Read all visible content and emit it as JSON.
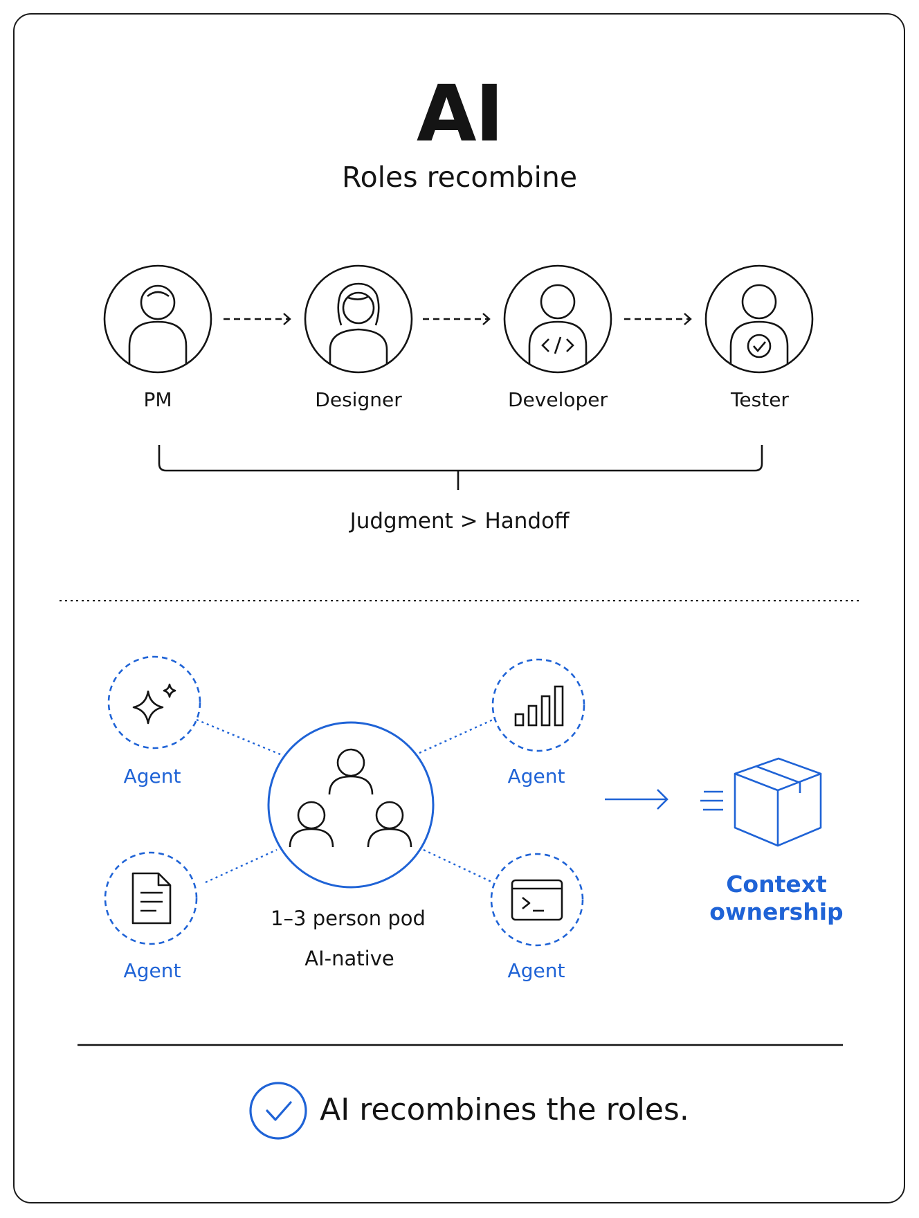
{
  "title": "AI",
  "subtitle": "Roles recombine",
  "roles": [
    {
      "label": "PM",
      "icon": "person-icon"
    },
    {
      "label": "Designer",
      "icon": "person-long-hair-icon"
    },
    {
      "label": "Developer",
      "icon": "person-code-icon"
    },
    {
      "label": "Tester",
      "icon": "person-check-icon"
    }
  ],
  "judgment_label": "Judgment > Handoff",
  "agents": [
    {
      "label": "Agent",
      "icon": "sparkle-icon"
    },
    {
      "label": "Agent",
      "icon": "bar-chart-icon"
    },
    {
      "label": "Agent",
      "icon": "document-icon"
    },
    {
      "label": "Agent",
      "icon": "terminal-icon"
    }
  ],
  "pod": {
    "line1": "1–3 person pod",
    "line2": "AI-native",
    "icon": "people-group-icon"
  },
  "context": {
    "label": "Context ownership",
    "icon": "box-icon"
  },
  "conclusion": {
    "text": "AI recombines the roles.",
    "icon": "check-circle-icon"
  },
  "colors": {
    "accent": "#1f63d6",
    "ink": "#141414"
  }
}
